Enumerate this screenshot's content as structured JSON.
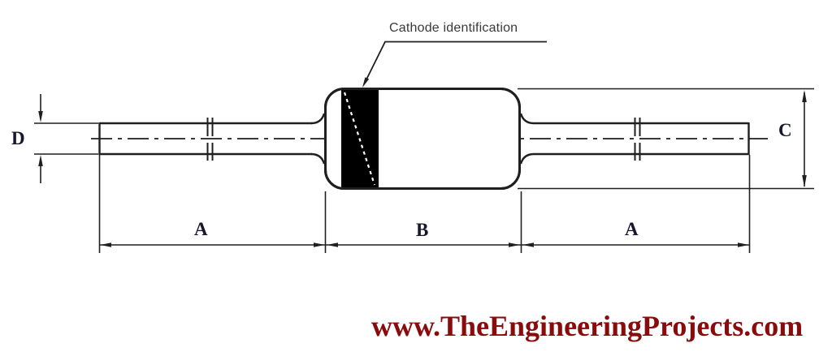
{
  "callout": {
    "label": "Cathode identification"
  },
  "dimension_labels": {
    "lead_diameter": "D",
    "body_diameter": "C",
    "lead_length_left": "A",
    "body_length": "B",
    "lead_length_right": "A"
  },
  "watermark": {
    "text": "www.TheEngineeringProjects.com"
  },
  "colors": {
    "line": "#1f1f1f",
    "label": "#16162c",
    "callout-text": "#38383f",
    "band": "#000000",
    "watermark": "#8a0b0b"
  }
}
